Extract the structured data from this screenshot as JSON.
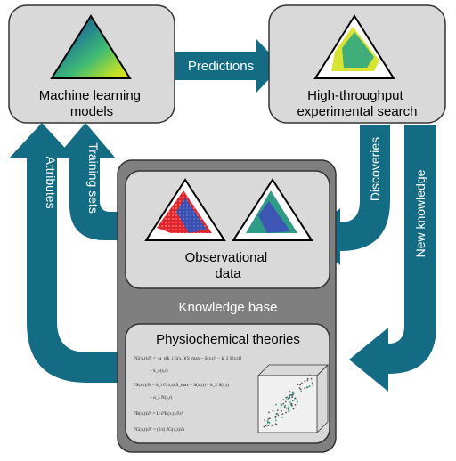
{
  "nodes": {
    "ml": {
      "label_lines": [
        "Machine learning",
        "models"
      ]
    },
    "hte": {
      "label_lines": [
        "High-throughput",
        "experimental search"
      ]
    },
    "obs": {
      "label_lines": [
        "Observational",
        "data"
      ]
    },
    "kb": {
      "label": "Knowledge base"
    },
    "theories": {
      "label": "Physiochemical theories"
    }
  },
  "edges": {
    "predictions": "Predictions",
    "discoveries": "Discoveries",
    "new_knowledge": "New knowledge",
    "training_sets": "Training sets",
    "attributes": "Attributes"
  },
  "equations": [
    "∂G(x,t)/∂t = −a_s[k_i G(x,t)(S_max − S(x,t)) − k_2 S(x,t)]",
    "+ k_e(x,t)",
    "∂S(x,t)/∂t = k_i G(x,t)(S_max − S(x,t)) − k_2 S(x,t)",
    "− α_s N(x,t)",
    "∂B(x,t)/∂t = D ∂²B(x,t)/∂x²",
    "∂G(x,t)/∂t = (1/r) ∂G(x,t)/∂r"
  ],
  "colors": {
    "arrow": "#136c84",
    "box_fill": "#d9d9d9",
    "box_stroke": "#333333",
    "kb_fill": "#7f7f7f",
    "arrow_text": "#ffffff"
  }
}
